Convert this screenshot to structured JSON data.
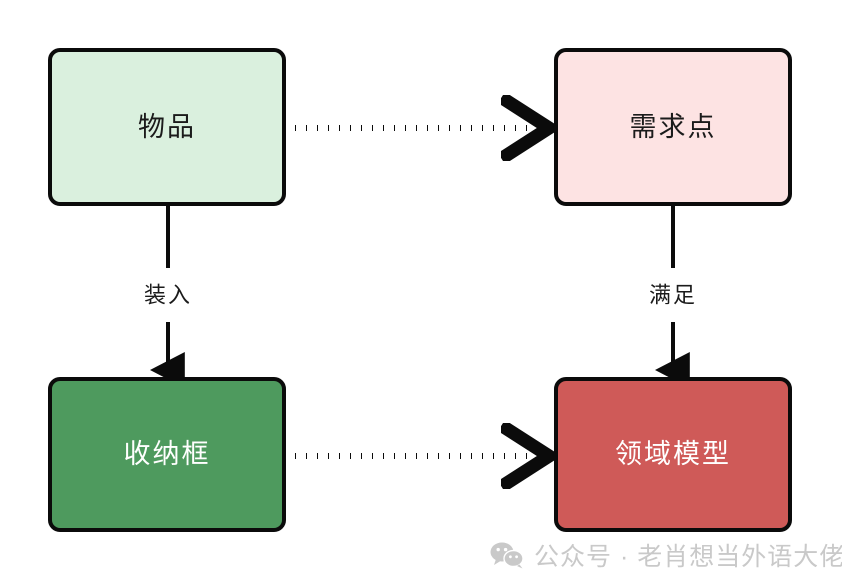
{
  "diagram": {
    "type": "flowchart",
    "nodes": [
      {
        "id": "item",
        "label": "物品",
        "fill": "#daf0de",
        "text_color": "#1b1b1b",
        "style": "light-green"
      },
      {
        "id": "demand",
        "label": "需求点",
        "fill": "#fde3e3",
        "text_color": "#1b1b1b",
        "style": "light-pink"
      },
      {
        "id": "box",
        "label": "收纳框",
        "fill": "#4e9a5e",
        "text_color": "#ffffff",
        "style": "solid-green"
      },
      {
        "id": "domain",
        "label": "领域模型",
        "fill": "#cf5a58",
        "text_color": "#ffffff",
        "style": "solid-red"
      }
    ],
    "edges": [
      {
        "id": "item-to-demand",
        "from": "item",
        "to": "demand",
        "label": "",
        "line": "dotted",
        "arrowhead": "open"
      },
      {
        "id": "item-to-box",
        "from": "item",
        "to": "box",
        "label": "装入",
        "line": "solid",
        "arrowhead": "filled"
      },
      {
        "id": "demand-to-domain",
        "from": "demand",
        "to": "domain",
        "label": "满足",
        "line": "solid",
        "arrowhead": "filled"
      },
      {
        "id": "box-to-domain",
        "from": "box",
        "to": "domain",
        "label": "",
        "line": "dotted",
        "arrowhead": "open"
      }
    ],
    "stroke_color": "#0b0b0b"
  },
  "watermark": {
    "icon": "wechat-icon",
    "text": "公众号 · 老肖想当外语大佬",
    "color": "#c9c9c9"
  }
}
